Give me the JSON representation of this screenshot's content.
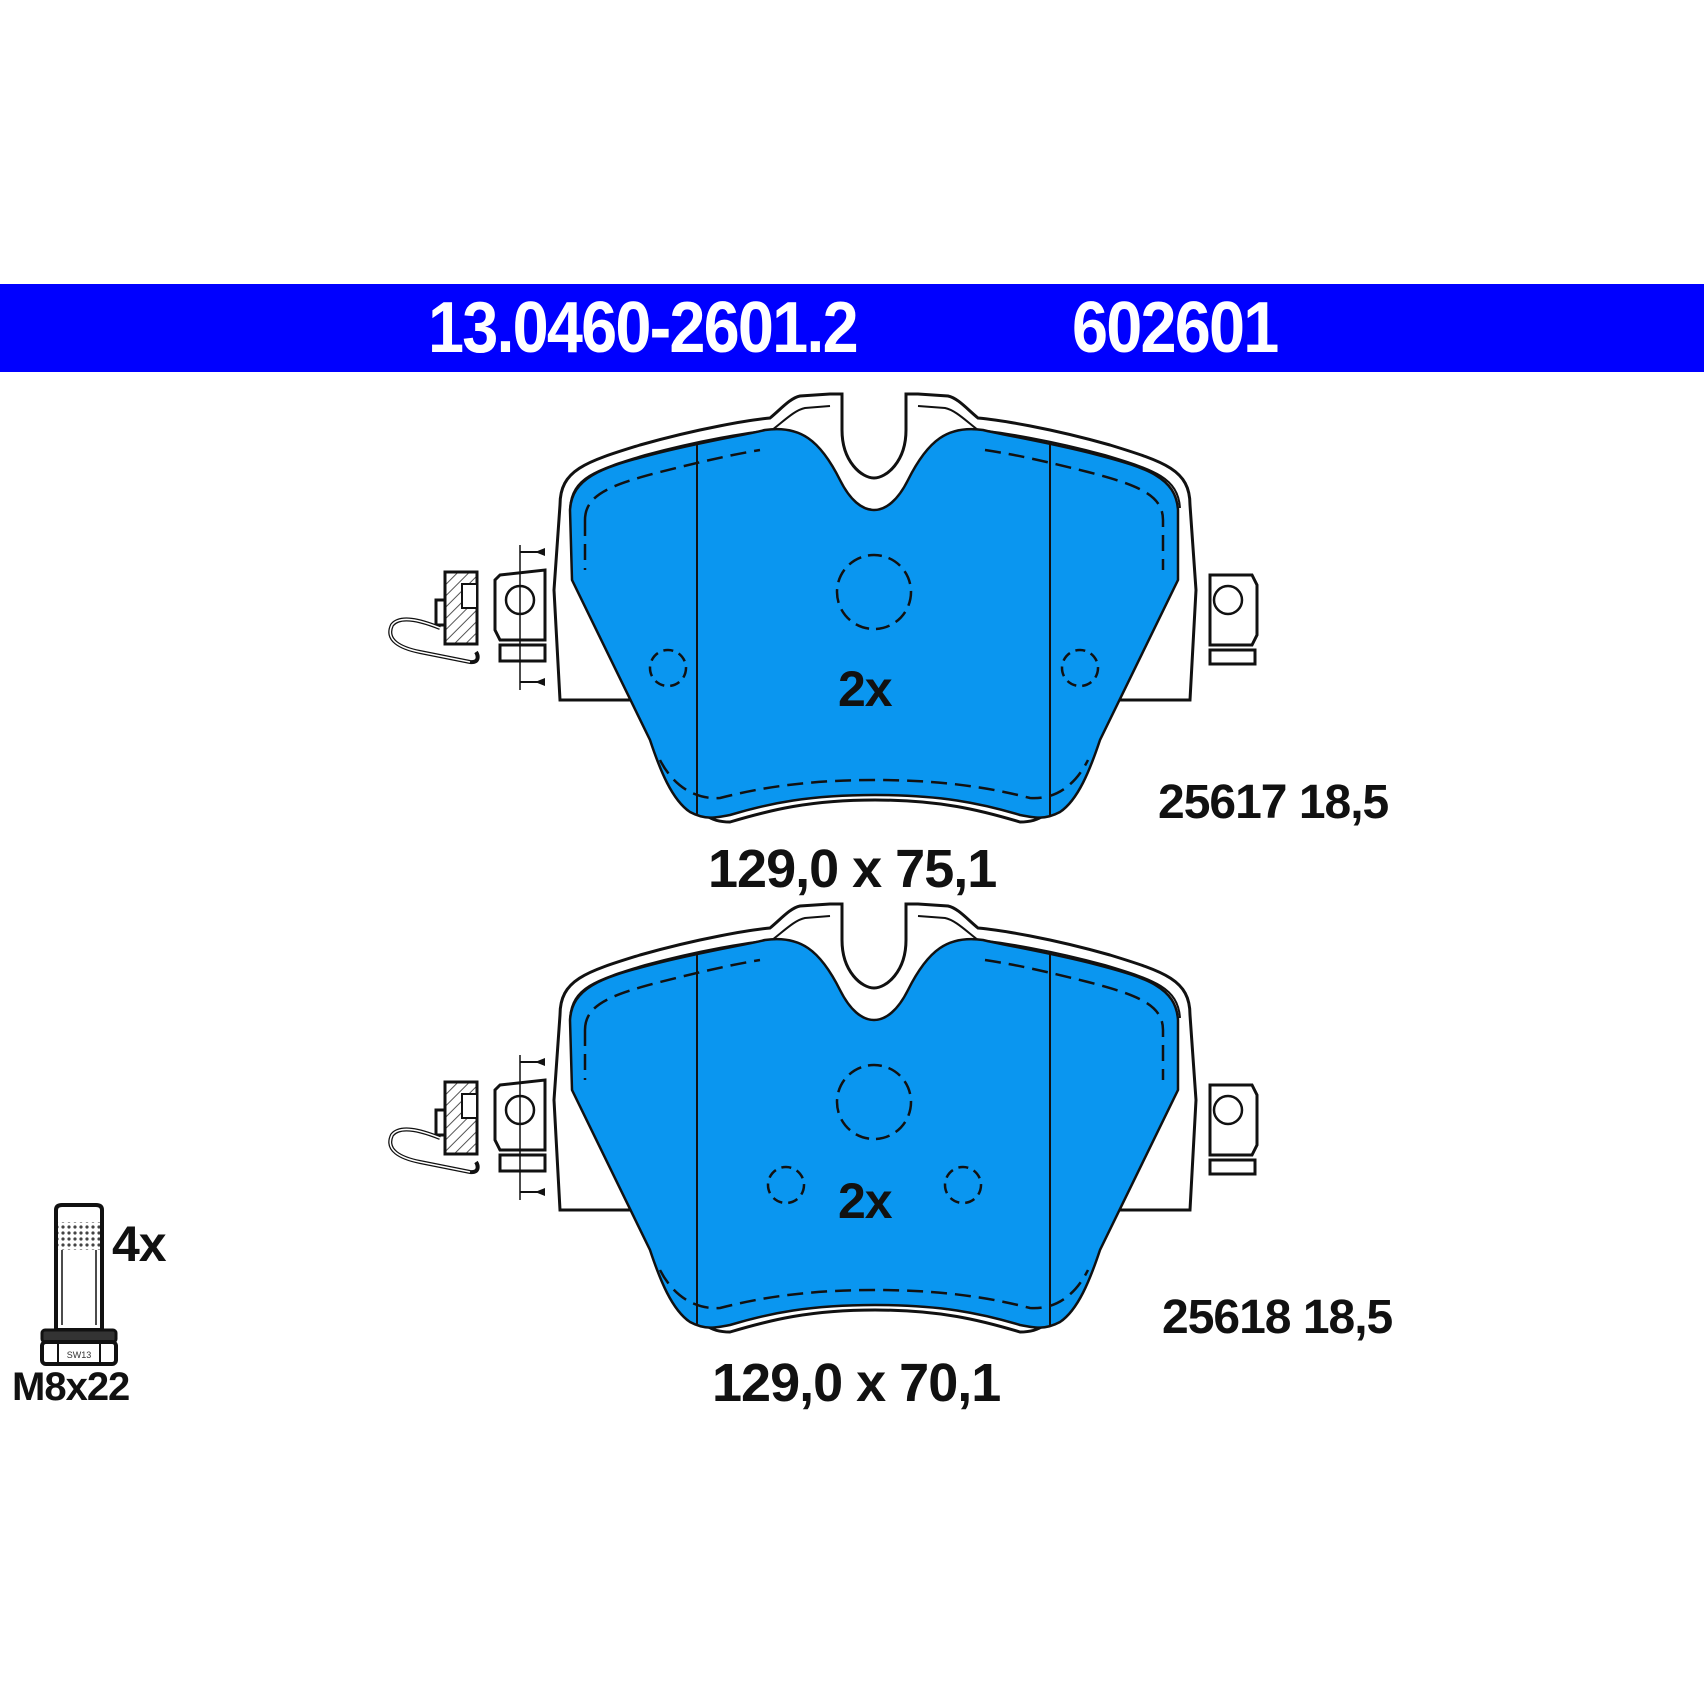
{
  "header": {
    "part_number": "13.0460-2601.2",
    "article_code": "602601",
    "background_color": "#0000ff",
    "text_color": "#ffffff"
  },
  "pads": [
    {
      "position": "front-upper",
      "quantity_label": "2x",
      "dimensions": "129,0 x 75,1",
      "reference": "25617 18,5",
      "friction_color": "#0a96f0"
    },
    {
      "position": "front-lower",
      "quantity_label": "2x",
      "dimensions": "129,0 x 70,1",
      "reference": "25618 18,5",
      "friction_color": "#0a96f0"
    }
  ],
  "bolt": {
    "quantity_label": "4x",
    "size": "M8x22",
    "head_marking": "SW13"
  },
  "icons": [
    "brake-pad-drawing",
    "wear-sensor-clip",
    "mounting-bolt-icon"
  ]
}
